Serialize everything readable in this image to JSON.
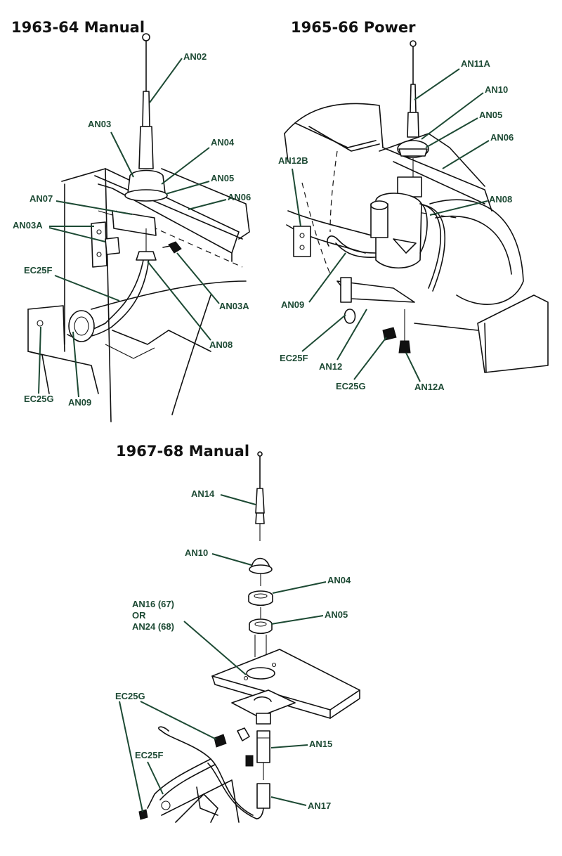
{
  "headings": {
    "manual_6364": "1963-64 Manual",
    "power_6566": "1965-66 Power",
    "manual_6768": "1967-68 Manual"
  },
  "labels_6364": {
    "an02": "AN02",
    "an03": "AN03",
    "an04": "AN04",
    "an05": "AN05",
    "an06": "AN06",
    "an07": "AN07",
    "an03a_left": "AN03A",
    "ec25f": "EC25F",
    "an03a_right": "AN03A",
    "an08": "AN08",
    "ec25g": "EC25G",
    "an09": "AN09"
  },
  "labels_6566": {
    "an11a": "AN11A",
    "an10": "AN10",
    "an05": "AN05",
    "an06": "AN06",
    "an12b": "AN12B",
    "an08": "AN08",
    "an09": "AN09",
    "ec25f": "EC25F",
    "an12": "AN12",
    "ec25g": "EC25G",
    "an12a": "AN12A"
  },
  "labels_6768": {
    "an14": "AN14",
    "an10": "AN10",
    "an04": "AN04",
    "an16_line1": "AN16 (67)",
    "an16_line2": "OR",
    "an16_line3": "AN24 (68)",
    "an05": "AN05",
    "ec25g": "EC25G",
    "an15": "AN15",
    "ec25f": "EC25F",
    "an17": "AN17"
  },
  "colors": {
    "label_green": "#1d4a34",
    "line_art": "#111111"
  }
}
